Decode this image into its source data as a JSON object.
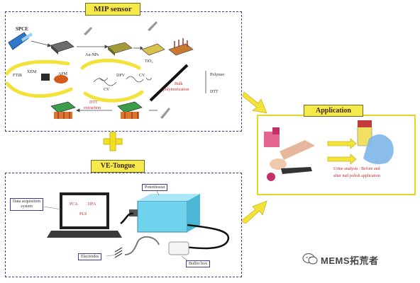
{
  "mip_panel": {
    "title": "MIP sensor",
    "labels": {
      "spce": "SPCE",
      "aunps": "Au-NPs",
      "tio2": "TiO₂",
      "ftir": "FTIR",
      "xem": "XEM",
      "afm": "AFM",
      "dpv": "DPV",
      "cv": "CV",
      "cv2": "CV",
      "bulk": "Bulk",
      "polymerization": "polymerization",
      "polymer": "Polymer",
      "dtt": "DTT",
      "dtt_extraction": "DTT",
      "extraction": "extraction"
    }
  },
  "tongue_panel": {
    "title": "VE-Tongue",
    "labels": {
      "daq": "Data acquisition",
      "daq2": "system",
      "pca": "PCA",
      "dfa": "DFA",
      "pls": "PLS",
      "potentiostat": "Potentiostat",
      "electrodes": "Electrodes",
      "buffer": "Buffer",
      "buffer2": "box"
    }
  },
  "application_panel": {
    "title": "Application",
    "caption_line1": "Urine analysis : Before and",
    "caption_line2": "after nail polish application"
  },
  "watermark": "MEMS拓荒者",
  "colors": {
    "panel_border": "#3d3a8a",
    "title_fill": "#f6e94a",
    "arrow_yellow": "#f2e23a",
    "plus_yellow": "#f0df22",
    "device_cyan": "#6fd3ee"
  },
  "icons": [
    "plus-icon",
    "arrow-icon",
    "wechat-icon",
    "laptop-icon",
    "potentiostat-icon",
    "electrode-icon",
    "hand-icon",
    "urine-cup-icon"
  ]
}
